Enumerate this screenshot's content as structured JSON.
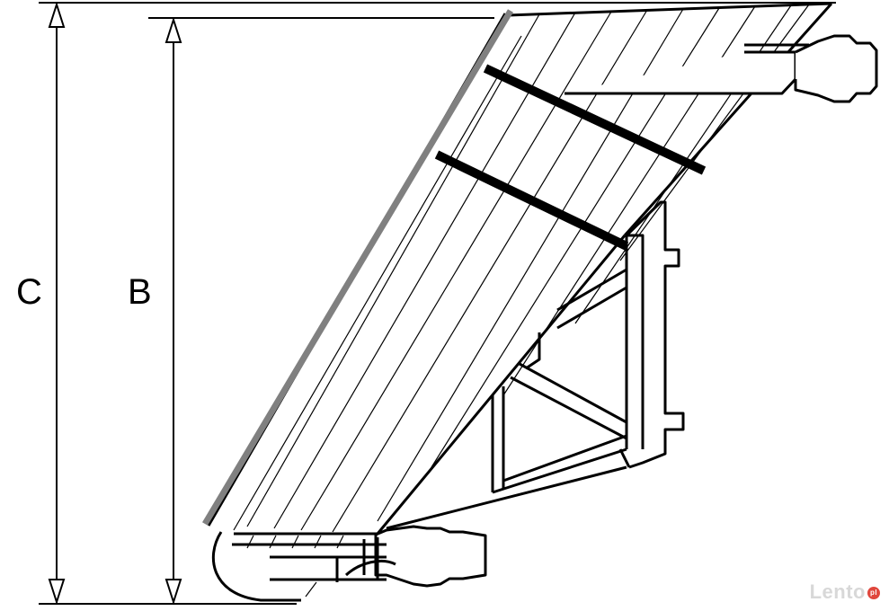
{
  "dimensions": {
    "c_label": "C",
    "b_label": "B"
  },
  "watermark": {
    "text": "Lento",
    "suffix": "pl"
  },
  "colors": {
    "line": "#000000",
    "edge_strip": "#808080",
    "background": "#ffffff"
  }
}
